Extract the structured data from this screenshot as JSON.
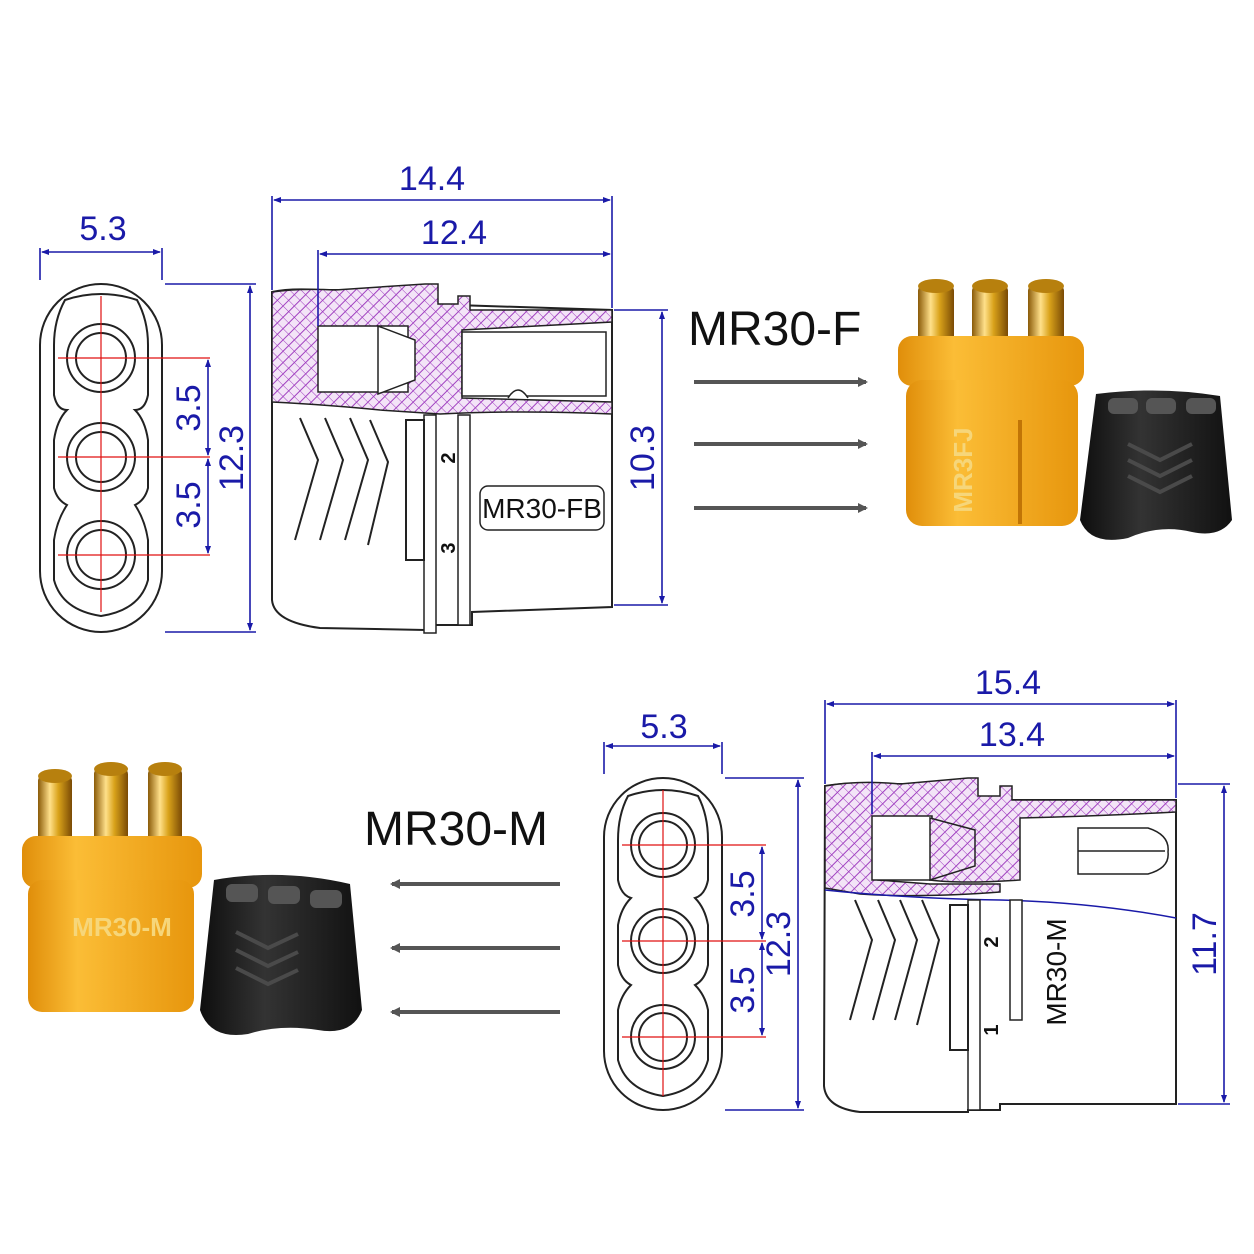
{
  "female": {
    "title": "MR30-F",
    "face_width": "5.3",
    "face_height": "12.3",
    "pitch_top": "3.5",
    "pitch_bottom": "3.5",
    "overall_length": "14.4",
    "inner_length": "12.4",
    "side_height": "10.3",
    "body_label": "MR30-FB",
    "pin_label_a": "2",
    "pin_label_b": "3",
    "stamp": "MR3FJ"
  },
  "male": {
    "title": "MR30-M",
    "face_width": "5.3",
    "face_height": "12.3",
    "pitch_top": "3.5",
    "pitch_bottom": "3.5",
    "overall_length": "15.4",
    "inner_length": "13.4",
    "side_height": "11.7",
    "body_label": "MR30-M",
    "pin_label_a": "2",
    "pin_label_b": "1",
    "stamp": "MR30-M"
  },
  "colors": {
    "dimension": "#1a1aa8",
    "hatch": "#a040c0",
    "housing": "#f2a416",
    "cap": "#1c1c1c",
    "pin_gold": "#d9a21a",
    "centerline": "#e01010"
  }
}
